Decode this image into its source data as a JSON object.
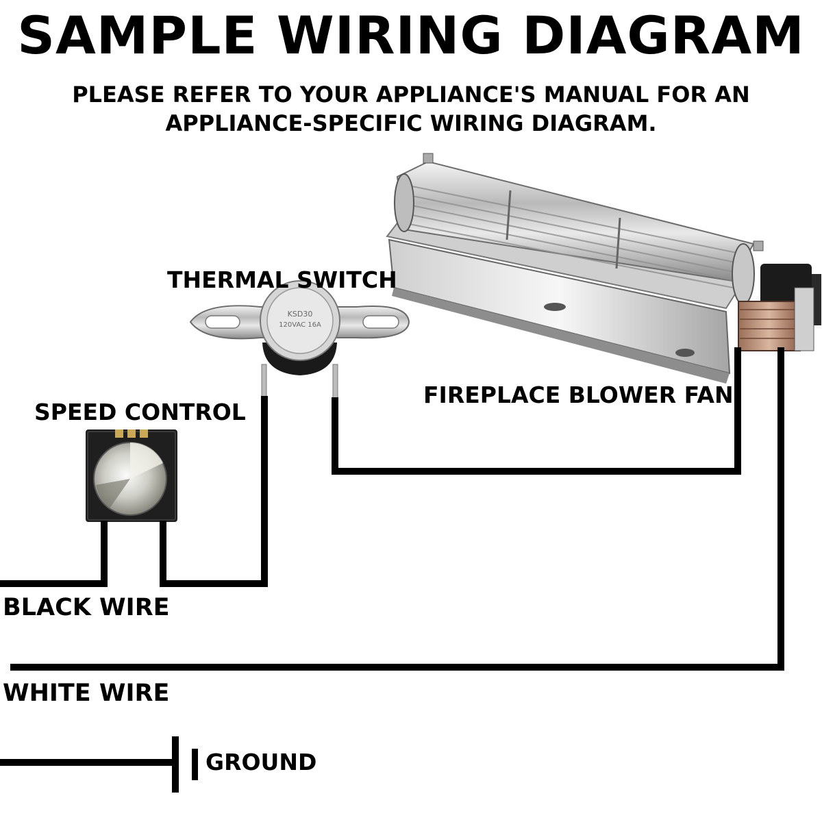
{
  "title": "SAMPLE WIRING DIAGRAM",
  "subtitle_lines": [
    "PLEASE REFER TO YOUR APPLIANCE'S MANUAL FOR AN",
    "APPLIANCE-SPECIFIC WIRING DIAGRAM."
  ],
  "labels": {
    "thermal_switch": "THERMAL SWITCH",
    "speed_control": "SPEED CONTROL",
    "blower_fan": "FIREPLACE BLOWER FAN",
    "black_wire": "BLACK WIRE",
    "white_wire": "WHITE WIRE",
    "ground": "GROUND"
  },
  "thermal_switch_marking": [
    "KSD30",
    "120VAC 16A"
  ],
  "icons": [
    "thermal-switch-image",
    "speed-control-image",
    "blower-fan-image",
    "ground-symbol"
  ],
  "colors": {
    "wire": "#000000",
    "background": "#ffffff"
  }
}
